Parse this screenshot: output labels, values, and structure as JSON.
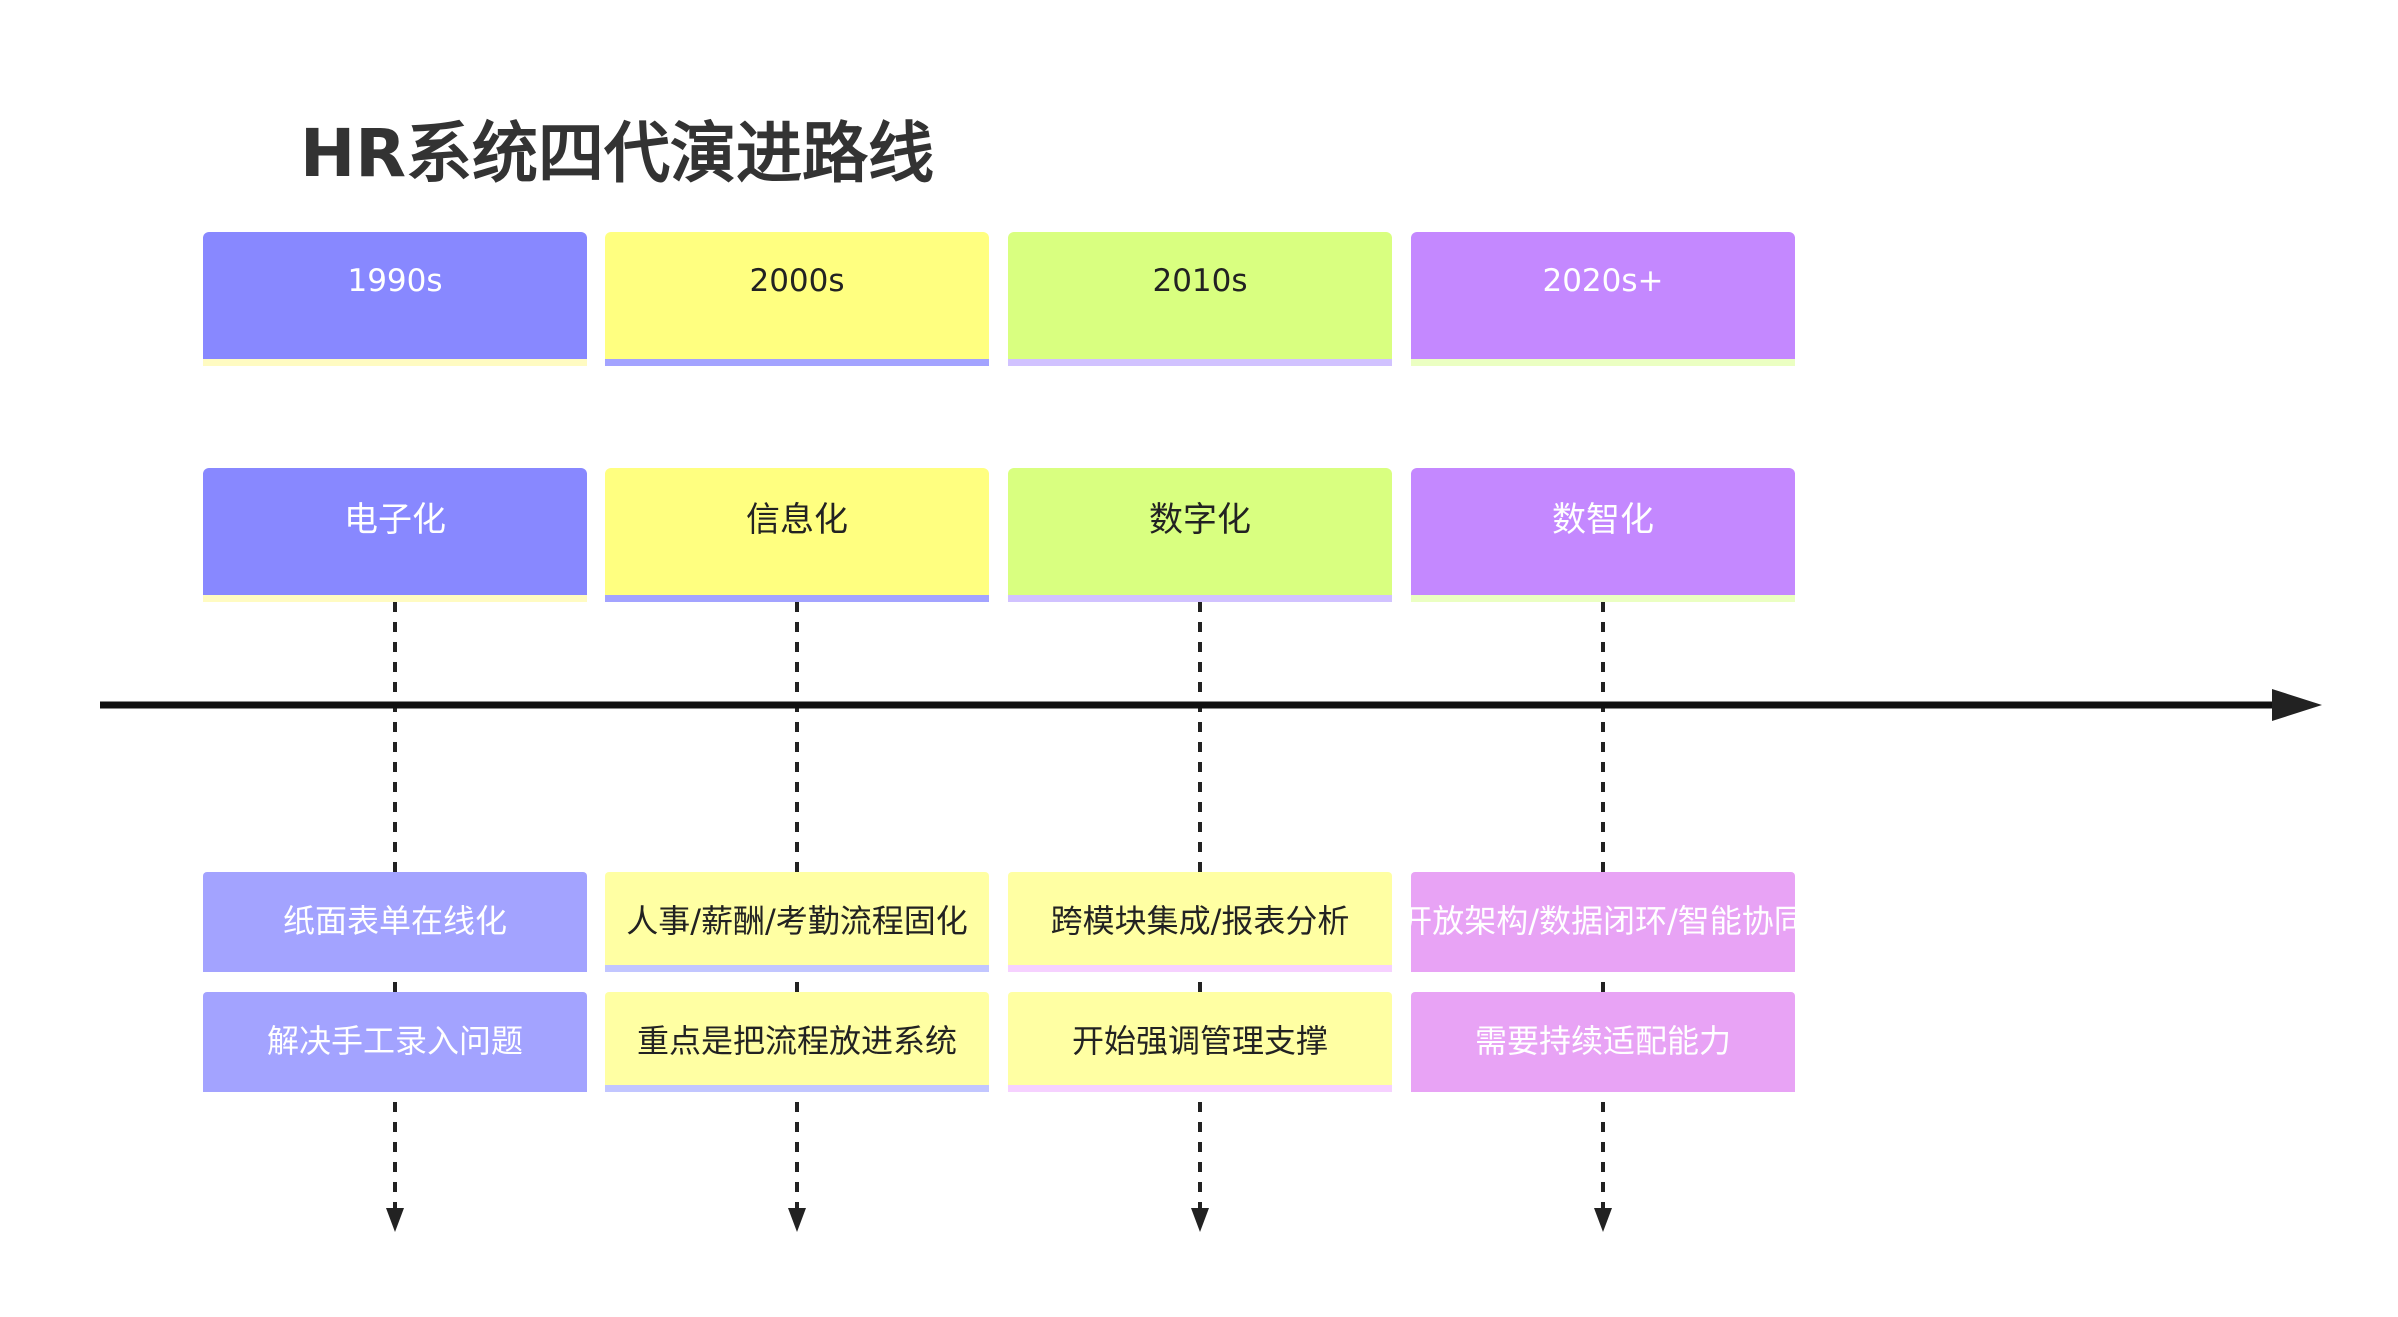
{
  "title": "HR系统四代演进路线",
  "colors": {
    "axis": "#111111",
    "connector": "#222222",
    "title": "#333333"
  },
  "stages": [
    {
      "period": "1990s",
      "generation": "电子化",
      "feature": "纸面表单在线化",
      "goal": "解决手工录入问题",
      "head_color": "#8888ff",
      "head_text_color": "#ffffff",
      "head_stripe": "#fffbc2",
      "detail_color": "#a3a3ff",
      "detail_text_color": "#ffffff",
      "detail_stripe": "#a3a3ff"
    },
    {
      "period": "2000s",
      "generation": "信息化",
      "feature": "人事/薪酬/考勤流程固化",
      "goal": "重点是把流程放进系统",
      "head_color": "#ffff80",
      "head_text_color": "#222222",
      "head_stripe": "#a3a3ff",
      "detail_color": "#ffffa3",
      "detail_text_color": "#222222",
      "detail_stripe": "#c2c6ff"
    },
    {
      "period": "2010s",
      "generation": "数字化",
      "feature": "跨模块集成/报表分析",
      "goal": "开始强调管理支撑",
      "head_color": "#d9ff80",
      "head_text_color": "#222222",
      "head_stripe": "#d1c2ff",
      "detail_color": "#ffffa3",
      "detail_text_color": "#222222",
      "detail_stripe": "#f6d1ff"
    },
    {
      "period": "2020s+",
      "generation": "数智化",
      "feature": "开放架构/数据闭环/智能协同",
      "goal": "需要持续适配能力",
      "head_color": "#c488ff",
      "head_text_color": "#ffffff",
      "head_stripe": "#ebffc2",
      "detail_color": "#e8a3f5",
      "detail_text_color": "#ffffff",
      "detail_stripe": "#e8a3f5"
    }
  ]
}
